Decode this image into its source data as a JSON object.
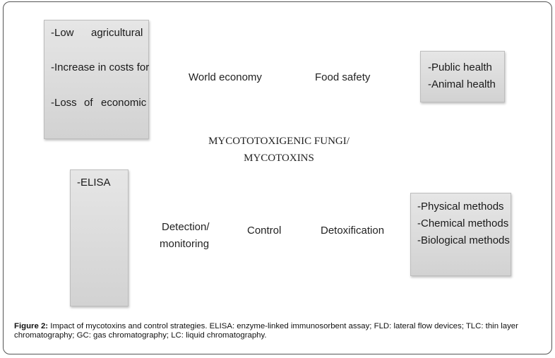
{
  "diagram": {
    "impact_box": {
      "items": [
        "-Low",
        "agricultural",
        "-Increase in costs for",
        "-Loss",
        "of",
        "economic"
      ]
    },
    "world_economy": "World economy",
    "food_safety": "Food safety",
    "health_box": {
      "items": [
        "-Public health",
        "-Animal health"
      ]
    },
    "center_title": {
      "line1": "MYCOTOTOXIGENIC FUNGI/",
      "line2": "MYCOTOXINS"
    },
    "detection_box": {
      "items": [
        "-ELISA"
      ]
    },
    "detection": {
      "line1": "Detection/",
      "line2": "monitoring"
    },
    "control": "Control",
    "detoxification": "Detoxification",
    "methods_box": {
      "items": [
        "-Physical methods",
        "-Chemical methods",
        "-Biological methods"
      ]
    }
  },
  "caption": {
    "label": "Figure 2:",
    "text": " Impact of mycotoxins and control strategies. ELISA: enzyme-linked immunosorbent assay; FLD: lateral flow devices; TLC: thin layer chromatography; GC: gas chromatography; LC: liquid chromatography."
  }
}
